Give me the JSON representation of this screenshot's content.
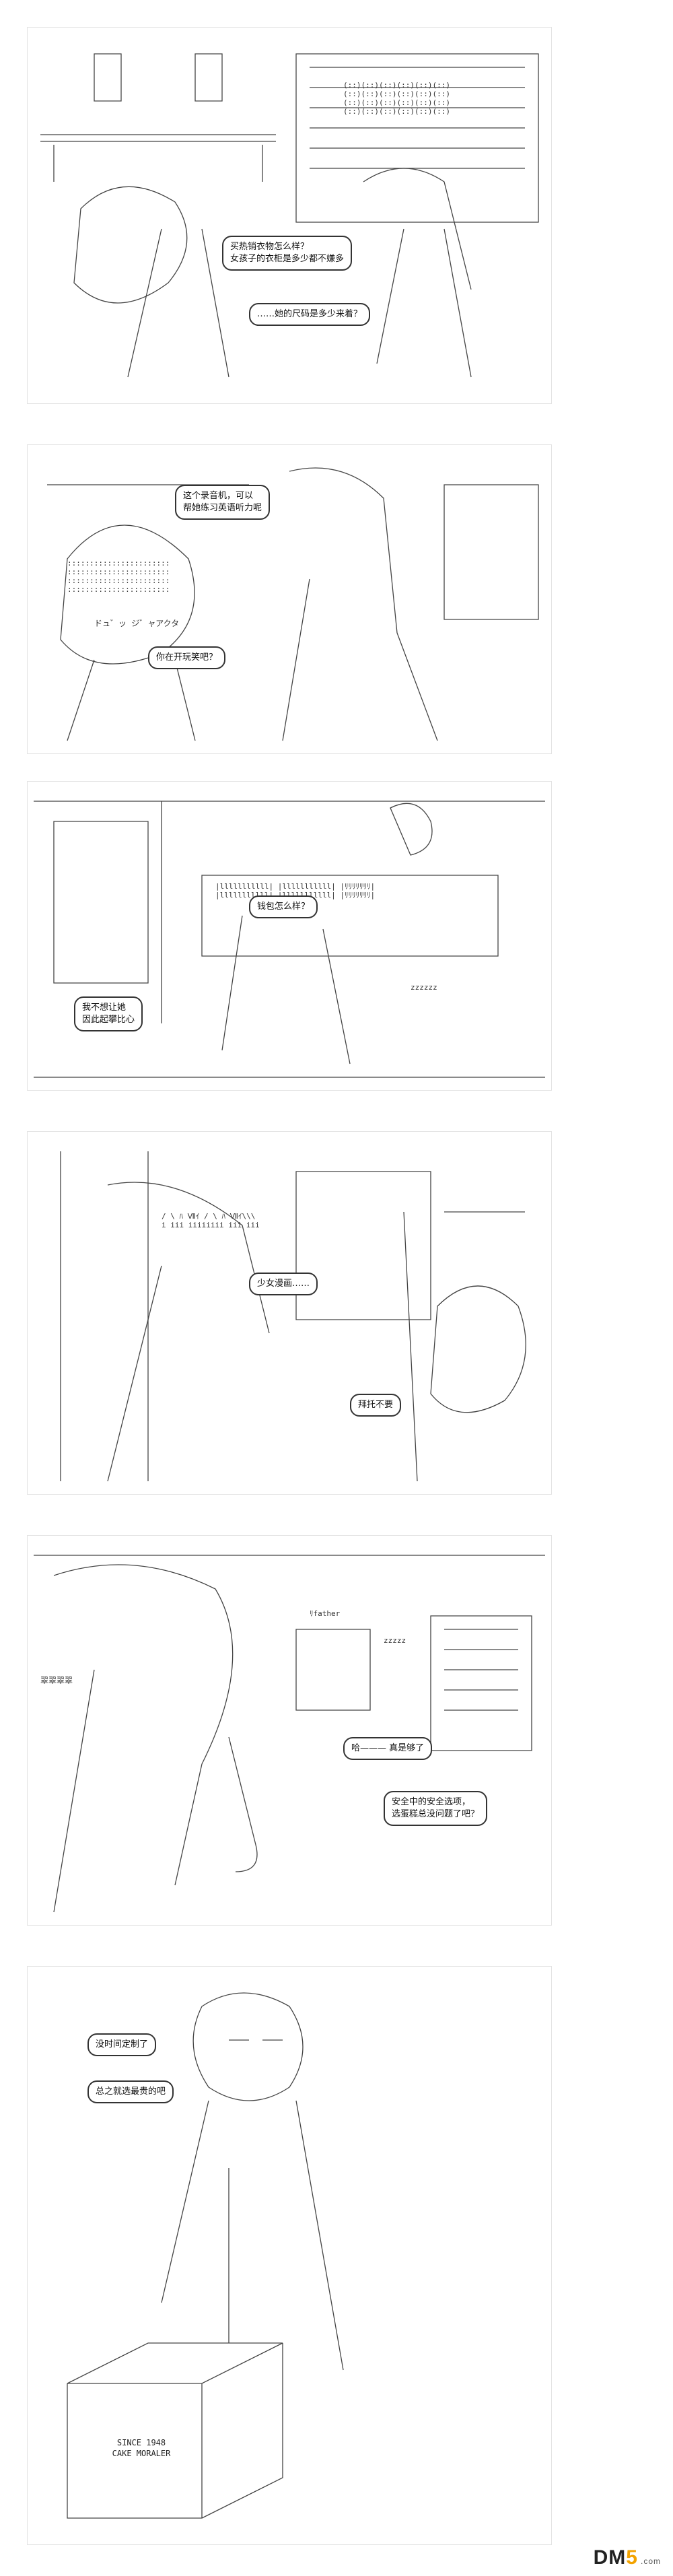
{
  "panels": [
    {
      "id": "p1",
      "bubbles": [
        "买热销衣物怎么样？\n女孩子的衣柜是多少都不嫌多",
        "……她的尺码是多少来着？"
      ]
    },
    {
      "id": "p2",
      "bubbles": [
        "这个录音机，可以\n帮她练习英语听力呢",
        "你在开玩笑吧？"
      ],
      "sfx": "ドュ゛ッ ジ゛ャアクタ"
    },
    {
      "id": "p3",
      "bubbles": [
        "钱包怎么样？",
        "我不想让她\n因此起攀比心"
      ],
      "sfx": "zzzzzz"
    },
    {
      "id": "p4",
      "bubbles": [
        "少女漫画……",
        "拜托不要"
      ]
    },
    {
      "id": "p5",
      "bubbles": [
        "哈——— 真是够了",
        "安全中的安全选项，\n选蛋糕总没问题了吧？"
      ],
      "sfx": [
        "翠翠翠翠",
        "ﾘfather",
        "zzzzz"
      ]
    },
    {
      "id": "p6",
      "bubbles": [
        "没时间定制了",
        "总之就选最贵的吧"
      ],
      "box_sign": "SINCE 1948\nCAKE MORALER"
    }
  ],
  "watermark": {
    "prefix": "DM",
    "five": "5",
    "suffix": ".com"
  }
}
